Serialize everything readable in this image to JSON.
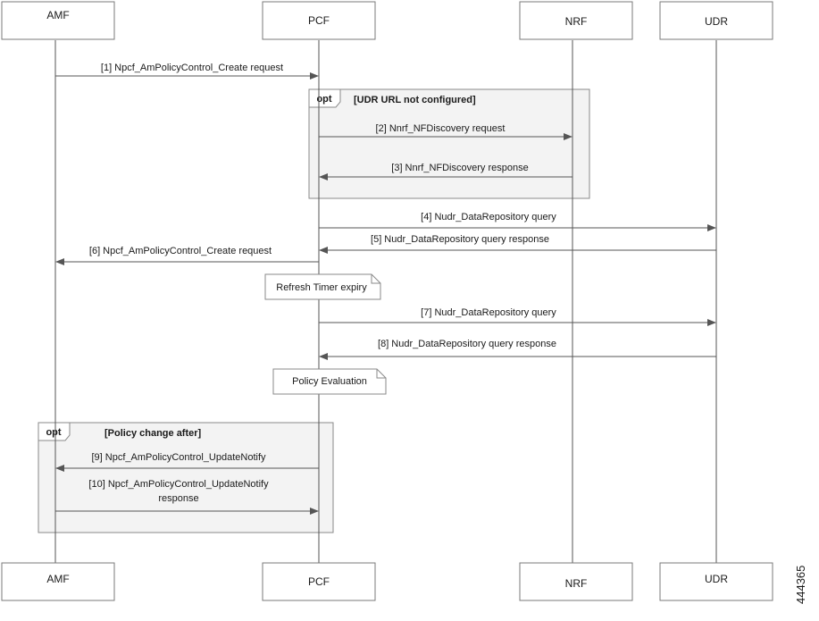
{
  "participants": [
    {
      "id": "amf",
      "top_label": "AMF",
      "bottom_label": "AMF"
    },
    {
      "id": "pcf",
      "top_label": "PCF",
      "bottom_label": "PCF"
    },
    {
      "id": "nrf",
      "top_label": "NRF",
      "bottom_label": "NRF"
    },
    {
      "id": "udr",
      "top_label": "UDR",
      "bottom_label": "UDR"
    }
  ],
  "fragments": [
    {
      "keyword": "opt",
      "condition": "[UDR URL not configured]"
    },
    {
      "keyword": "opt",
      "condition": "[Policy change after]"
    }
  ],
  "messages": [
    {
      "label": "[1] Npcf_AmPolicyControl_Create request"
    },
    {
      "label": "[2] Nnrf_NFDiscovery request"
    },
    {
      "label": "[3] Nnrf_NFDiscovery response"
    },
    {
      "label": "[4] Nudr_DataRepository query"
    },
    {
      "label": "[5] Nudr_DataRepository query response"
    },
    {
      "label": "[6] Npcf_AmPolicyControl_Create request"
    },
    {
      "label": "[7] Nudr_DataRepository query"
    },
    {
      "label": "[8] Nudr_DataRepository query response"
    },
    {
      "label": "[9] Npcf_AmPolicyControl_UpdateNotify"
    },
    {
      "label_line1": "[10] Npcf_AmPolicyControl_UpdateNotify",
      "label_line2": "response"
    }
  ],
  "notes": [
    {
      "text": "Refresh Timer expiry"
    },
    {
      "text": "Policy Evaluation"
    }
  ],
  "figure_id": "444365",
  "colors": {
    "line": "#555555",
    "box_fill": "#ffffff",
    "fragment_fill": "#f3f3f3",
    "border": "#7a7a7a"
  }
}
